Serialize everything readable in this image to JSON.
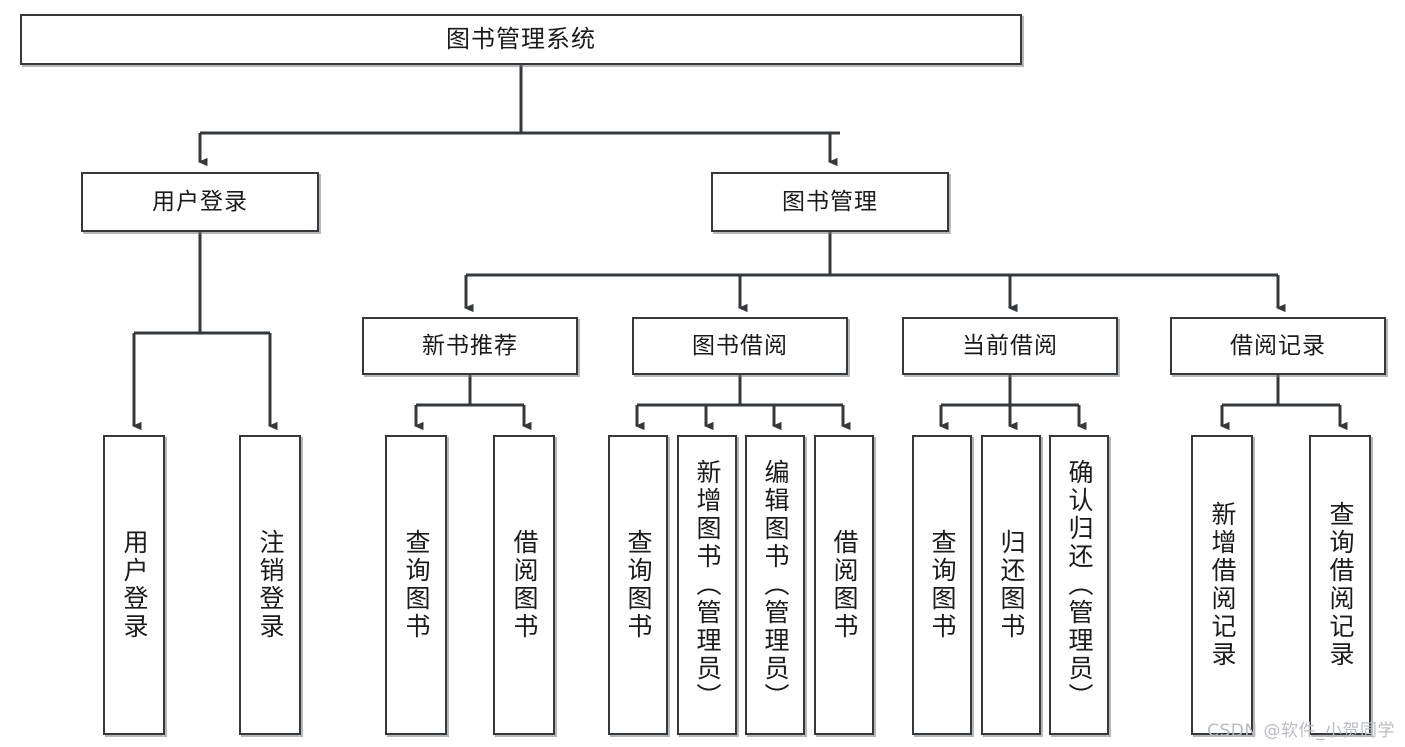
{
  "diagram": {
    "title": "图书管理系统",
    "type": "hierarchy-tree",
    "watermark": "CSDN @软件_小贺同学",
    "colors": {
      "box_border": "#35393c",
      "box_fill": "#ffffff",
      "edge": "#35393c",
      "text": "#1b1b1b",
      "watermark": "#b9bcc0",
      "background": "#ffffff"
    }
  },
  "nodes": {
    "root": {
      "label": "图书管理系统"
    },
    "level2": [
      {
        "id": "user-login",
        "label": "用户登录"
      },
      {
        "id": "book-management",
        "label": "图书管理"
      }
    ],
    "level3": [
      {
        "id": "new-book-recommend",
        "label": "新书推荐"
      },
      {
        "id": "book-borrow",
        "label": "图书借阅"
      },
      {
        "id": "current-borrow",
        "label": "当前借阅"
      },
      {
        "id": "borrow-record",
        "label": "借阅记录"
      }
    ],
    "leaves": {
      "user_login": [
        {
          "id": "leaf-user-login",
          "label": "用户登录"
        },
        {
          "id": "leaf-logout-login",
          "label": "注销登录"
        }
      ],
      "new_book_recommend": [
        {
          "id": "leaf-query-book-1",
          "label": "查询图书"
        },
        {
          "id": "leaf-borrow-book-1",
          "label": "借阅图书"
        }
      ],
      "book_borrow": [
        {
          "id": "leaf-query-book-2",
          "label": "查询图书"
        },
        {
          "id": "leaf-add-book",
          "label": "新增图书（管理员）"
        },
        {
          "id": "leaf-edit-book",
          "label": "编辑图书（管理员）"
        },
        {
          "id": "leaf-borrow-book-2",
          "label": "借阅图书"
        }
      ],
      "current_borrow": [
        {
          "id": "leaf-query-book-3",
          "label": "查询图书"
        },
        {
          "id": "leaf-return-book",
          "label": "归还图书"
        },
        {
          "id": "leaf-confirm-return",
          "label": "确认归还（管理员）"
        }
      ],
      "borrow_record": [
        {
          "id": "leaf-add-record",
          "label": "新增借阅记录"
        },
        {
          "id": "leaf-query-record",
          "label": "查询借阅记录"
        }
      ]
    }
  }
}
